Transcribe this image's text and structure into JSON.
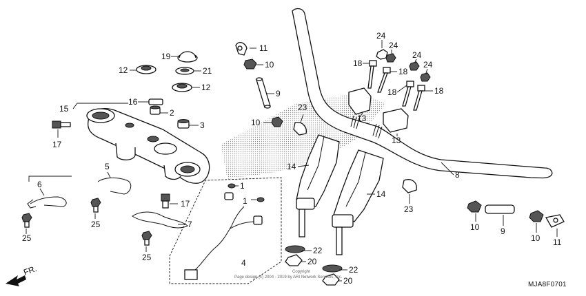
{
  "diagram": {
    "code": "MJA8F0701",
    "direction": "FR.",
    "copyright": "Copyright",
    "copyright_line": "Page design (c) 2004 - 2019 by ARI Network Services, Inc.",
    "callouts": {
      "c1a": "1",
      "c1b": "1",
      "c2": "2",
      "c3": "3",
      "c4": "4",
      "c5": "5",
      "c6": "6",
      "c7": "7",
      "c8": "8",
      "c9a": "9",
      "c9b": "9",
      "c10a": "10",
      "c10b": "10",
      "c10c": "10",
      "c10d": "10",
      "c11a": "11",
      "c11b": "11",
      "c12a": "12",
      "c12b": "12",
      "c13a": "13",
      "c13b": "13",
      "c14a": "14",
      "c14b": "14",
      "c15": "15",
      "c16": "16",
      "c17a": "17",
      "c17b": "17",
      "c18a": "18",
      "c18b": "18",
      "c18c": "18",
      "c18d": "18",
      "c19": "19",
      "c20a": "20",
      "c20b": "20",
      "c21": "21",
      "c22a": "22",
      "c22b": "22",
      "c23a": "23",
      "c23b": "23",
      "c24a": "24",
      "c24b": "24",
      "c24c": "24",
      "c24d": "24",
      "c25a": "25",
      "c25b": "25",
      "c25c": "25"
    }
  }
}
